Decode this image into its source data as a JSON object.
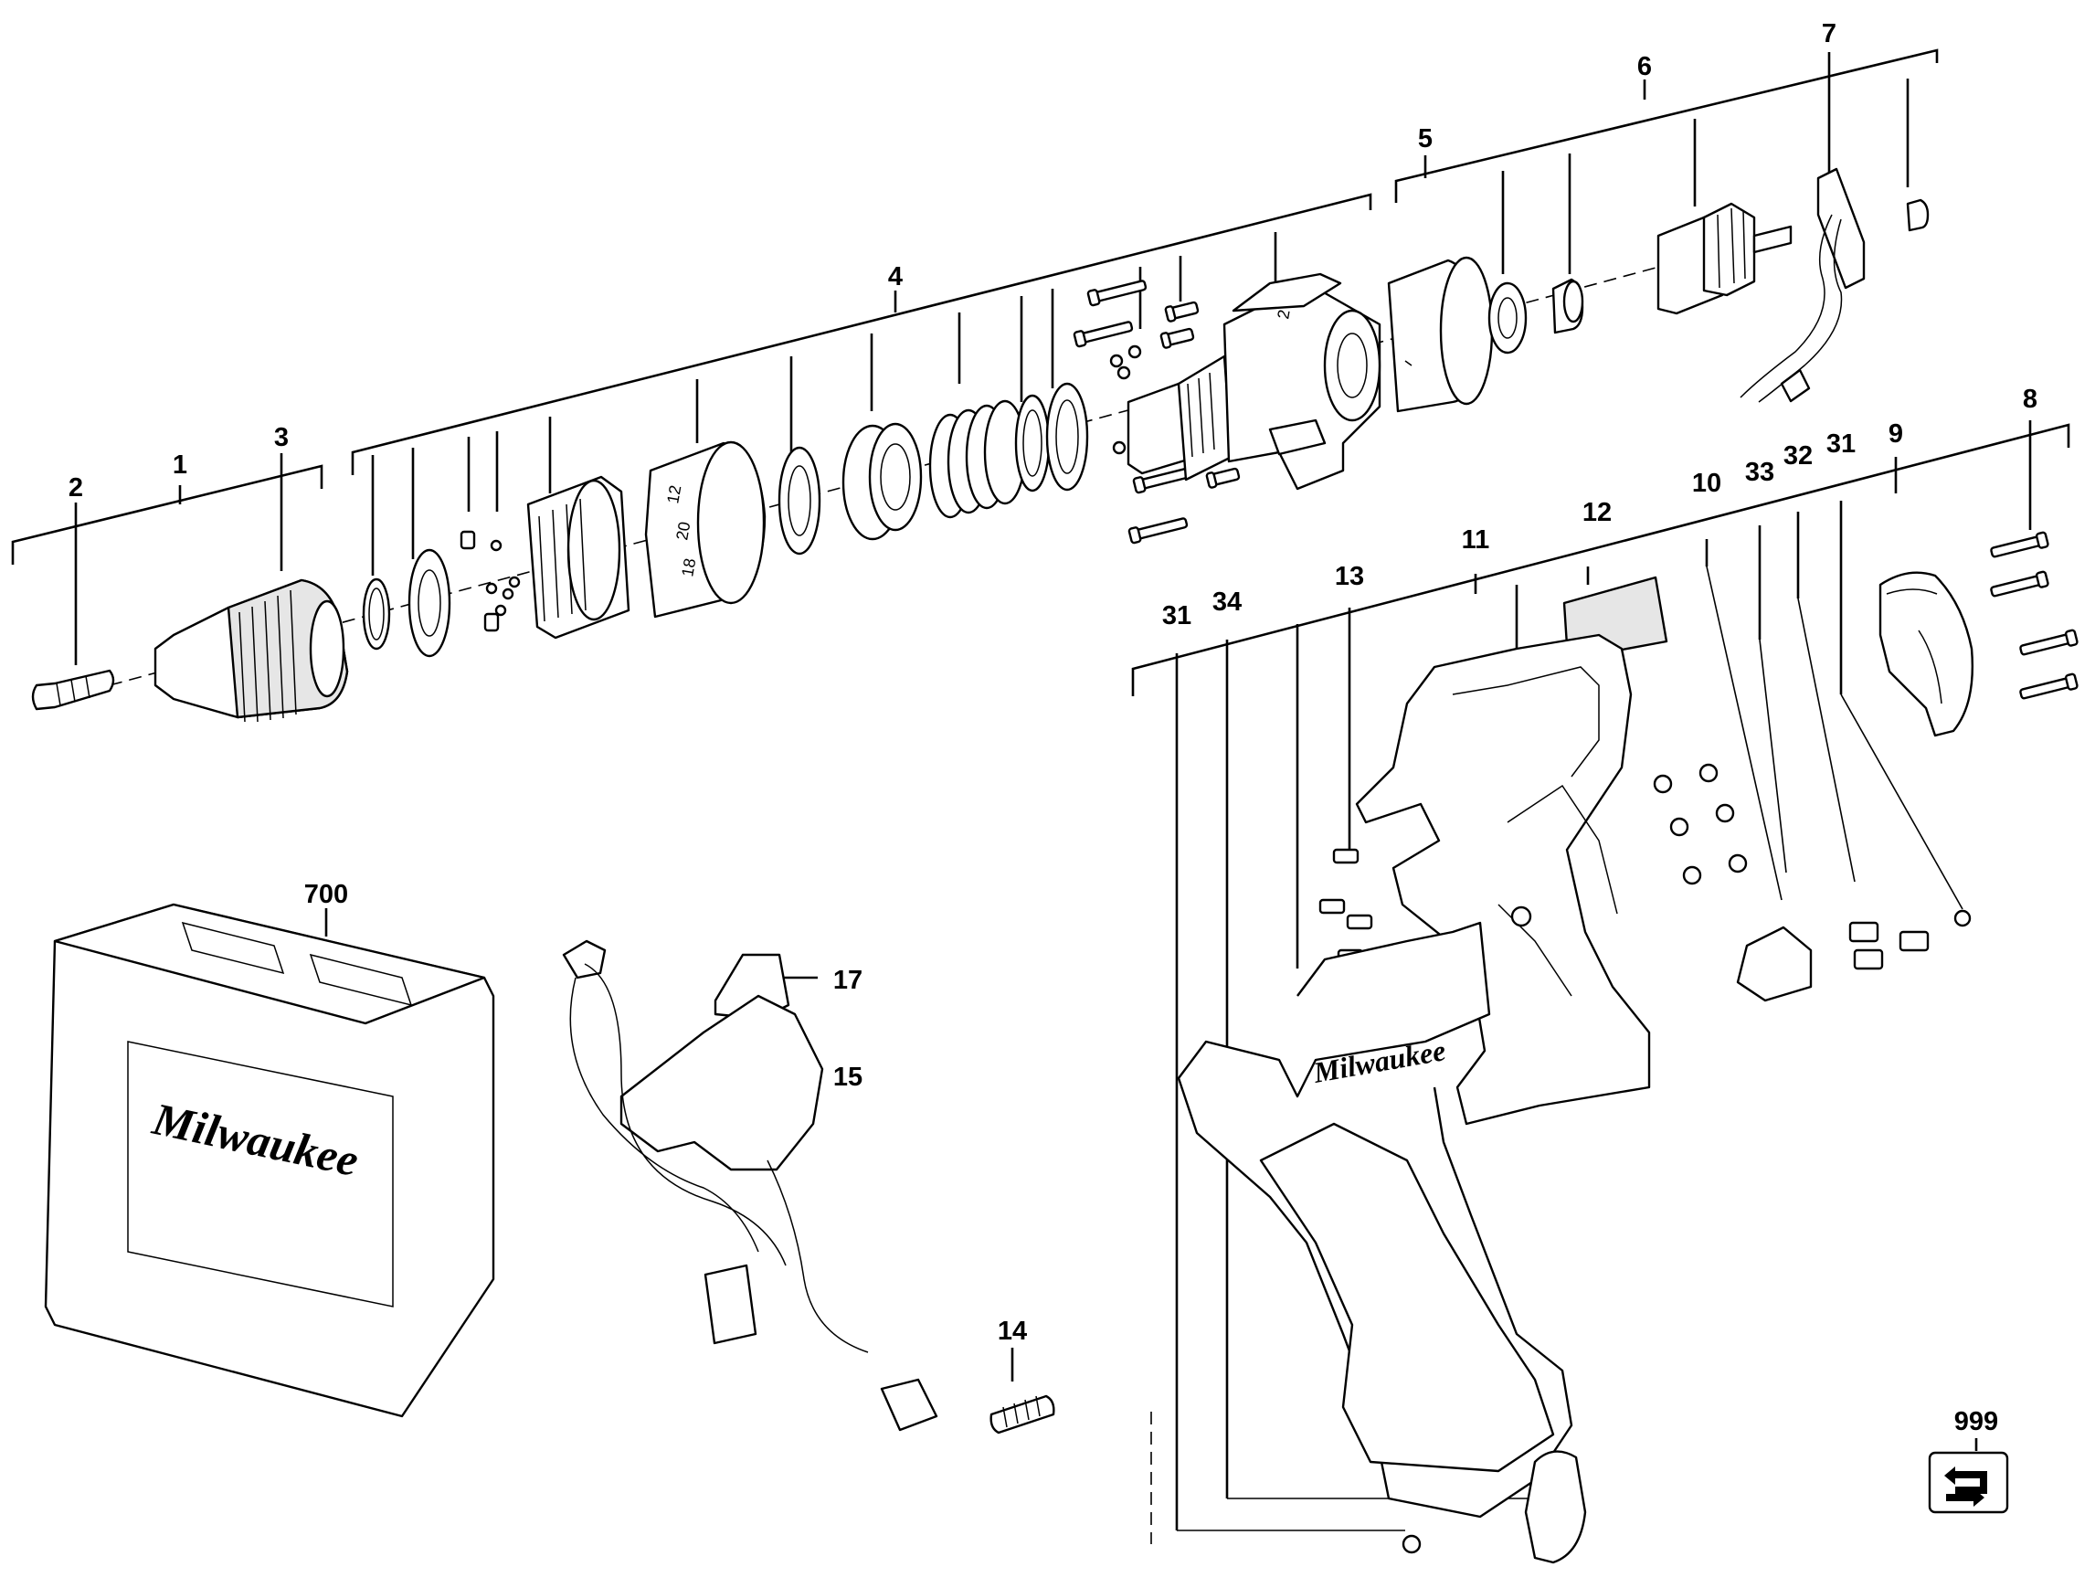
{
  "callouts": {
    "c1": "1",
    "c2": "2",
    "c3": "3",
    "c4": "4",
    "c5": "5",
    "c6": "6",
    "c7": "7",
    "c8": "8",
    "c9": "9",
    "c10": "10",
    "c11": "11",
    "c12": "12",
    "c13": "13",
    "c14": "14",
    "c15": "15",
    "c17": "17",
    "c31a": "31",
    "c31b": "31",
    "c32": "32",
    "c33": "33",
    "c34": "34",
    "c700": "700",
    "c999": "999"
  },
  "brand": {
    "case_logo": "Milwaukee",
    "housing_logo": "Milwaukee"
  },
  "chuck_dial": {
    "mark_a": "12",
    "mark_b": "20",
    "mark_c": "18"
  },
  "gear_mark": "2",
  "icons": {
    "return_icon": "return-arrow-icon"
  }
}
